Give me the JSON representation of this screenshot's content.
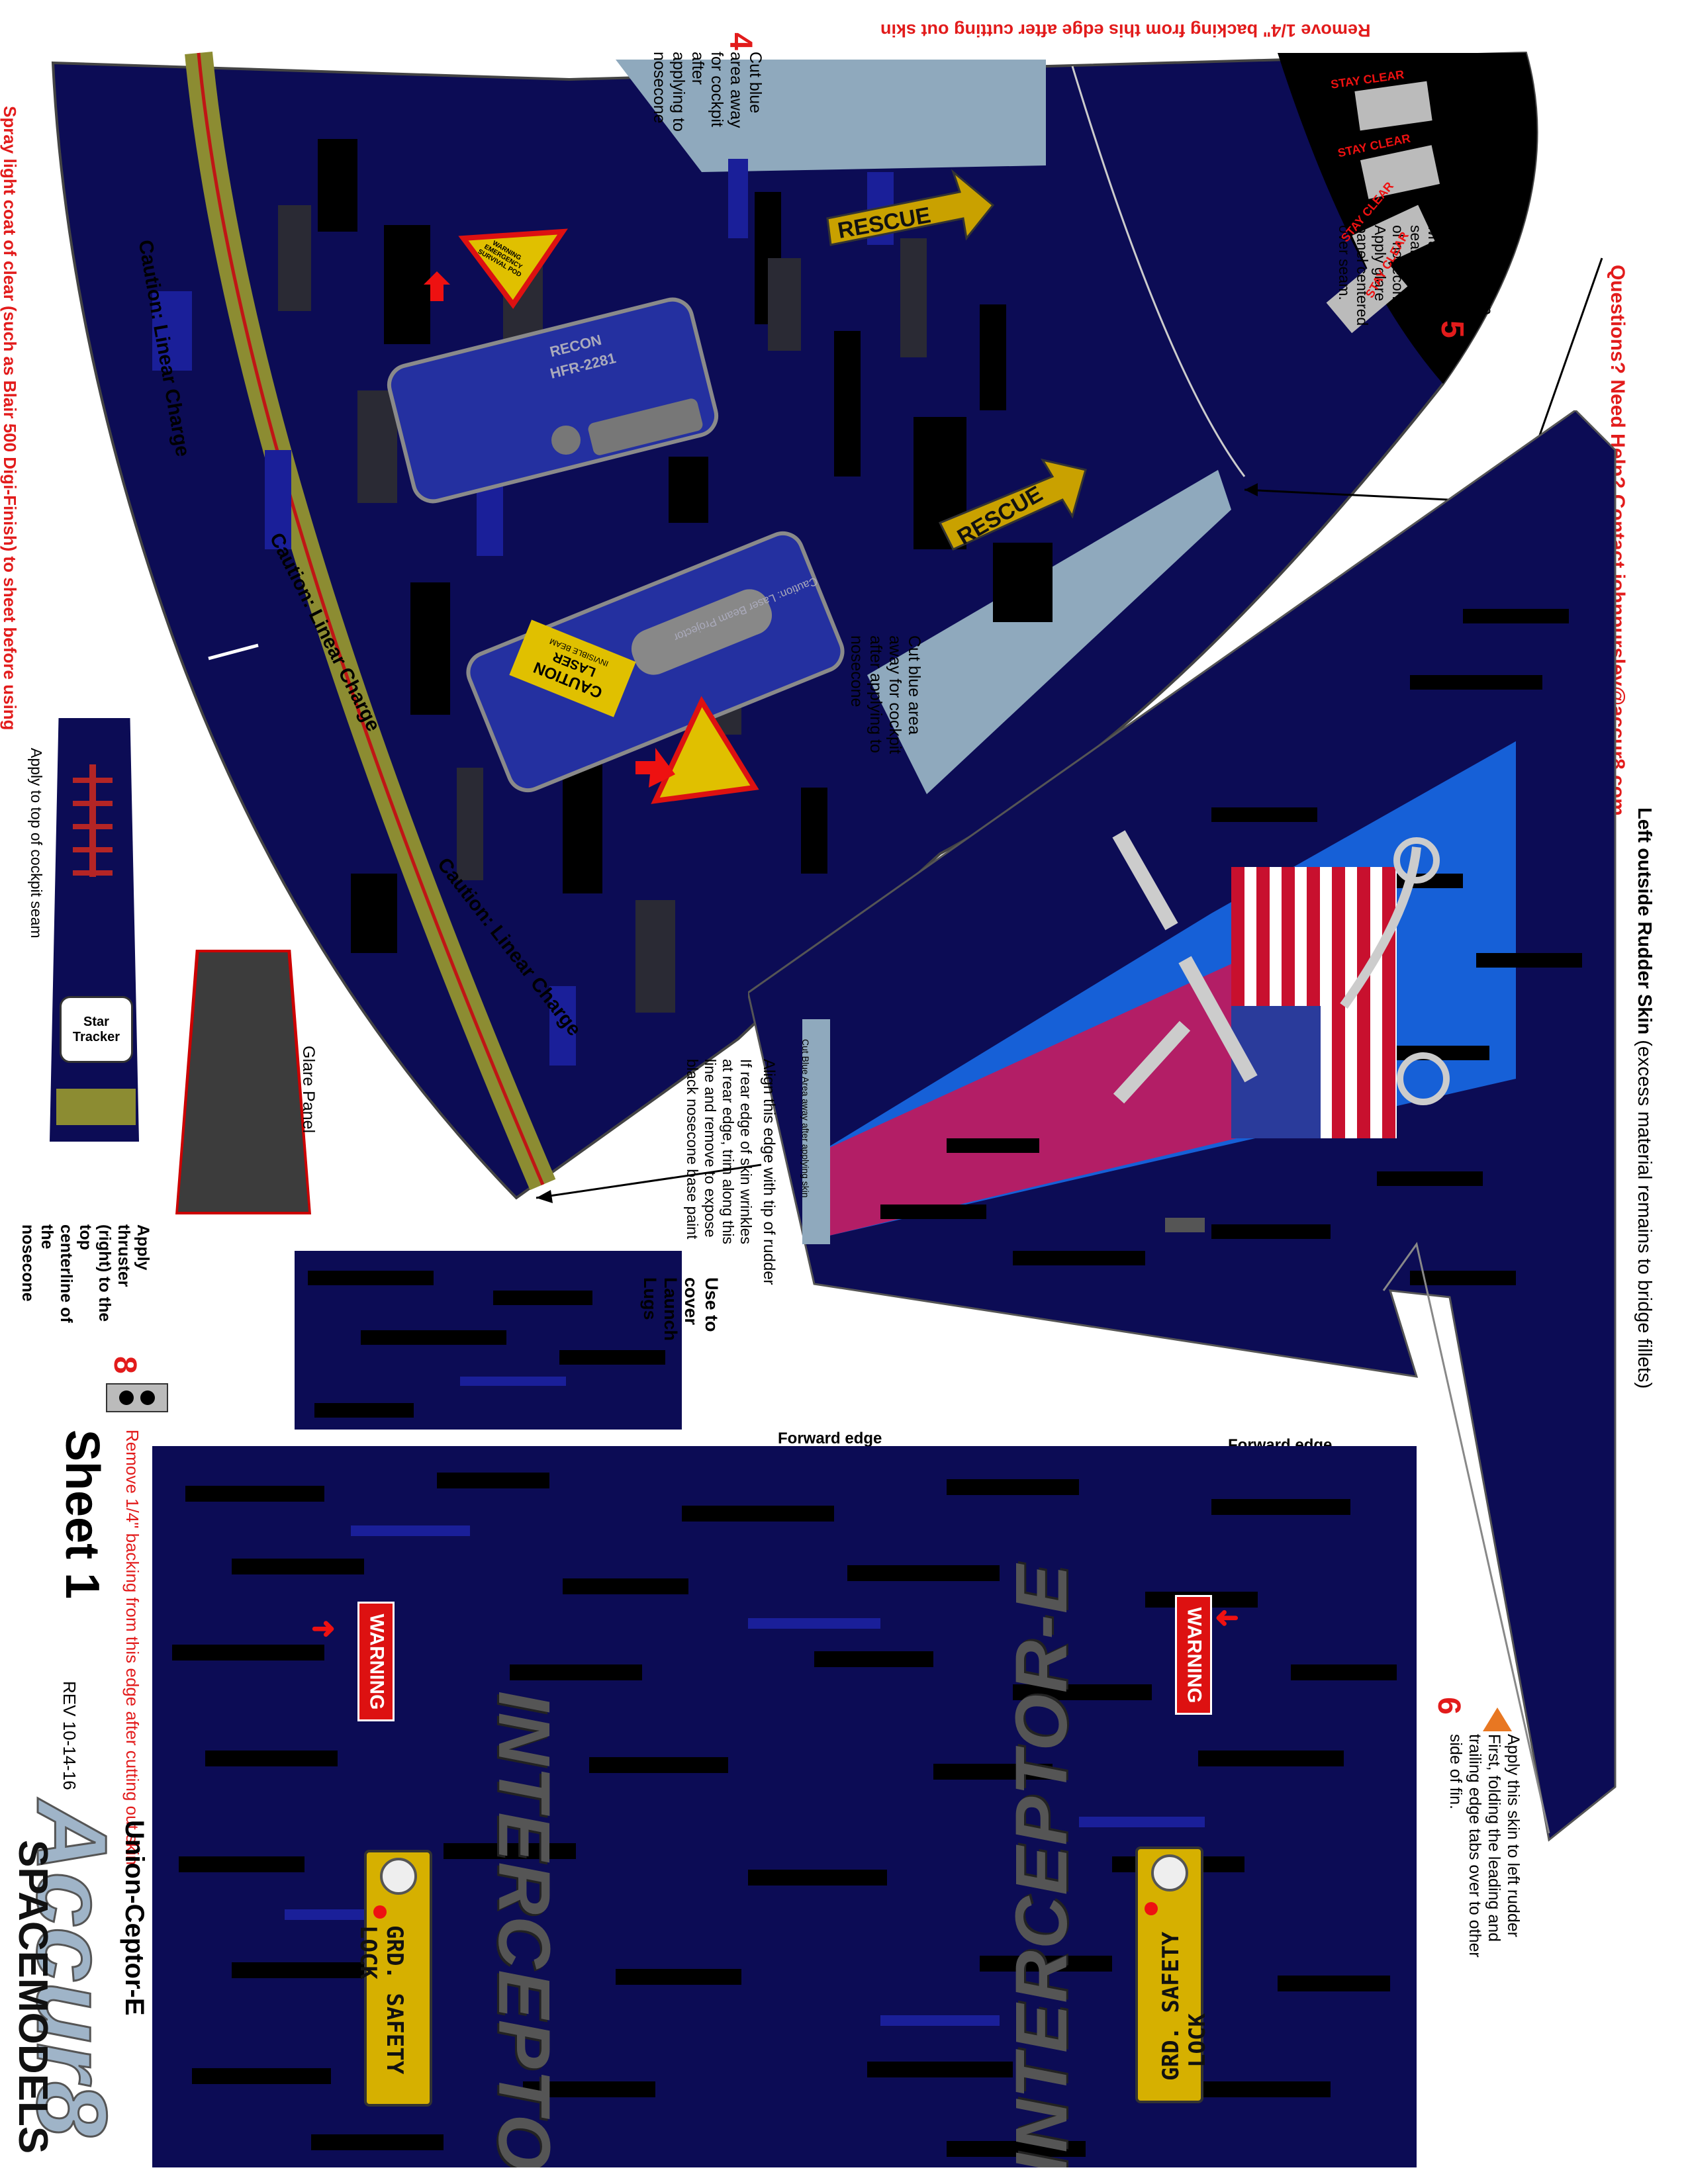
{
  "header": {
    "remove_backing_top": "Remove 1/4\" backing from this edge after cutting out skin",
    "spray_note": "Spray light coat of clear (such as Blair 500 Digi-Finish) to sheet before using",
    "questions": "Questions? Need Help? Contact johnpursley@accur8.com"
  },
  "parts": {
    "part4_number": "4",
    "part5_number": "5",
    "part6_number": "6",
    "part8_number": "8",
    "cut_blue_note": "Cut blue area away for cockpit after applying to nosecone",
    "nose_cap_note": "Cut nose cap wrap along this line. Apply wrap so that seam is on top of nosecone. Apply glare panel centered over seam.",
    "stay_clear": "STAY CLEAR",
    "caution_linear_charge": "Caution: Linear Charge",
    "rescue": "RESCUE",
    "recon_label": "RECON",
    "recon_model": "HFR-2281",
    "laser_caution": "CAUTION",
    "laser_word": "LASER",
    "laser_sub": "INVISIBLE BEAM",
    "projector_label": "Caution: Laser Beam Projector",
    "warning_triangle": "WARNING EMERGENCY SURVIVAL POD",
    "rudder_title": "Left outside Rudder Skin",
    "rudder_sub": "(excess material remains to bridge fillets)",
    "align_note": "Align this edge with tip of rudder",
    "wrinkle_note": "If rear edge of skin wrinkles at rear edge, trim along this line and remove to expose black nosecone base paint",
    "cut_blue_rudder": "Cut Blue Area away after applying skin",
    "forward_edge": "Forward edge",
    "apply_rudder_note": "Apply this skin to left rudder First, folding the leading and trailing edge tabs over to other side of fin.",
    "launch_lugs": "Use to cover Launch Lugs",
    "glare_panel": "Glare Panel",
    "star_tracker": "Star Tracker",
    "apply_cockpit": "Apply to top of cockpit seam",
    "thruster_note": "Apply thruster (right) to the top centerline of the nosecone",
    "warning": "WARNING",
    "interceptor": "INTERCEPTOR-E",
    "grd_safety_lock_1": "GRD. SAFETY",
    "grd_safety_lock_2": "LOCK",
    "remove_backing_side": "Remove 1/4\" backing from this edge after cutting out skin"
  },
  "footer": {
    "sheet": "Sheet 1",
    "rev": "REV 10-14-16",
    "model": "Union-Ceptor-E",
    "brand_logo": "Accur8",
    "brand_sub": "SPACEMODELS"
  },
  "colors": {
    "navy": "#0c0c55",
    "red_text": "#e21b1b",
    "light_blue": "#8fa9bd",
    "gold": "#d6b000"
  }
}
